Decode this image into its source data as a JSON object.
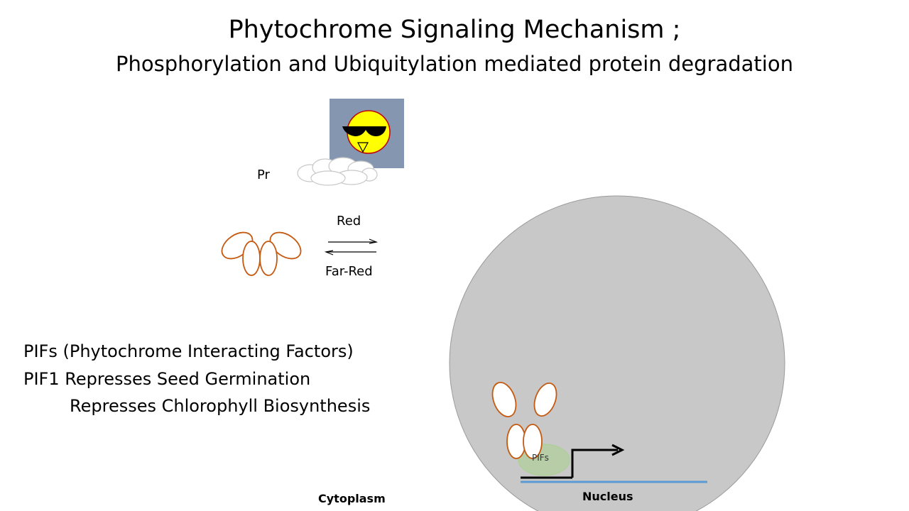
{
  "slide": {
    "title": "Phytochrome Signaling Mechanism ;",
    "subtitle": "Phosphorylation and Ubiquitylation mediated protein degradation"
  },
  "labels": {
    "pr": "Pr",
    "red": "Red",
    "far_red": "Far-Red",
    "pifs": "PIFs",
    "cytoplasm": "Cytoplasm",
    "nucleus": "Nucleus"
  },
  "text_block": {
    "line1": "PIFs (Phytochrome Interacting Factors)",
    "line2": "PIF1 Represses Seed Germination",
    "line3": "Represses Chlorophyll Biosynthesis"
  },
  "colors": {
    "sun_box": "#8496b0",
    "sun": "#ffff00",
    "sun_outline": "#c00000",
    "nucleus_fill": "#c8c8c8",
    "protein_outline": "#c55a11",
    "dna_line": "#5b9bd5",
    "pif_green": "#a9d18e"
  },
  "icons": [
    "sun-with-sunglasses-icon",
    "cloud-icon",
    "right-arrow-icon",
    "left-arrow-icon"
  ]
}
